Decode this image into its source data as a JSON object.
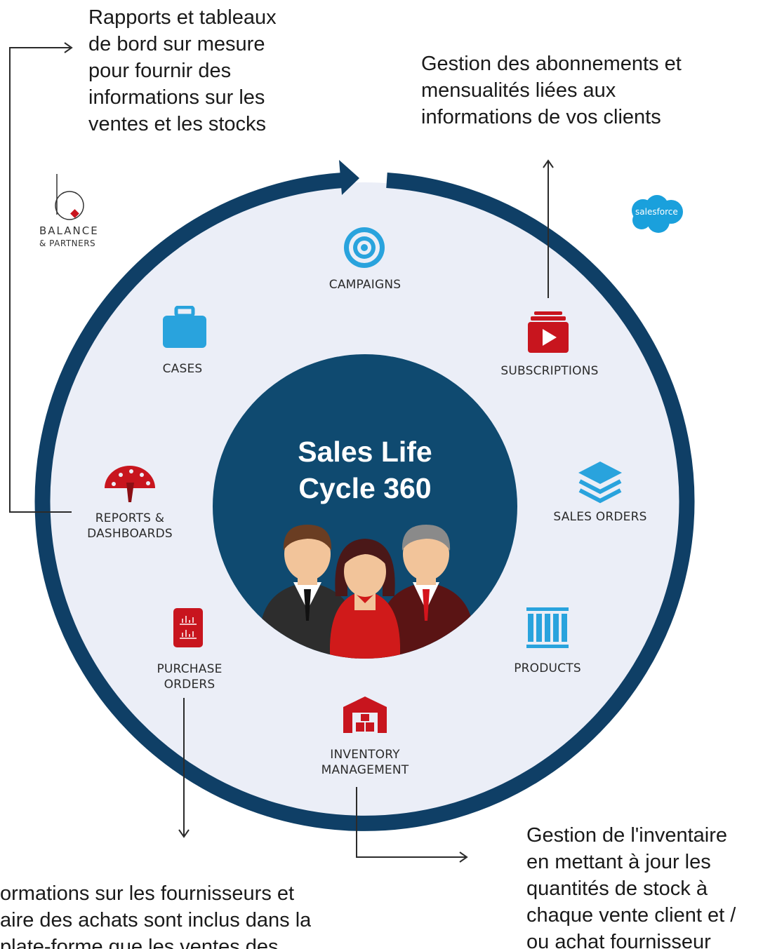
{
  "center": {
    "title": "Sales Life\nCycle 360"
  },
  "notes": {
    "reports": "Rapports et tableaux\nde bord sur mesure\npour fournir des\ninformations sur les\nventes et les stocks",
    "subscriptions": "Gestion des abonnements et\nmensualités liées aux\ninformations de vos clients",
    "purchase": "ormations sur les fournisseurs et\naire des achats sont inclus dans la\nplate-forme que les ventes des",
    "inventory": "Gestion de l'inventaire\nen mettant à jour les\nquantités de stock à\nchaque vente client et /\nou achat fournisseur"
  },
  "modules": {
    "campaigns": "CAMPAIGNS",
    "cases": "CASES",
    "subscriptions": "SUBSCRIPTIONS",
    "reports": "REPORTS &\nDASHBOARDS",
    "sales_orders": "SALES ORDERS",
    "purchase_orders": "PURCHASE\nORDERS",
    "products": "PRODUCTS",
    "inventory": "INVENTORY\nMANAGEMENT"
  },
  "logos": {
    "balance_line1": "BALANCE",
    "balance_line2": "& PARTNERS",
    "salesforce": "salesforce"
  },
  "icons": {
    "campaigns": "target-icon",
    "cases": "briefcase-icon",
    "subscriptions": "play-stack-icon",
    "reports": "gauge-icon",
    "sales_orders": "layers-icon",
    "purchase_orders": "chart-document-icon",
    "products": "barcode-icon",
    "inventory": "warehouse-icon",
    "people": "team-people-icon"
  },
  "colors": {
    "ring": "#0f3f66",
    "inner_disc": "#ebeef7",
    "center": "#0f4a70",
    "icon_red": "#c8151e",
    "icon_blue": "#29a3dd"
  }
}
